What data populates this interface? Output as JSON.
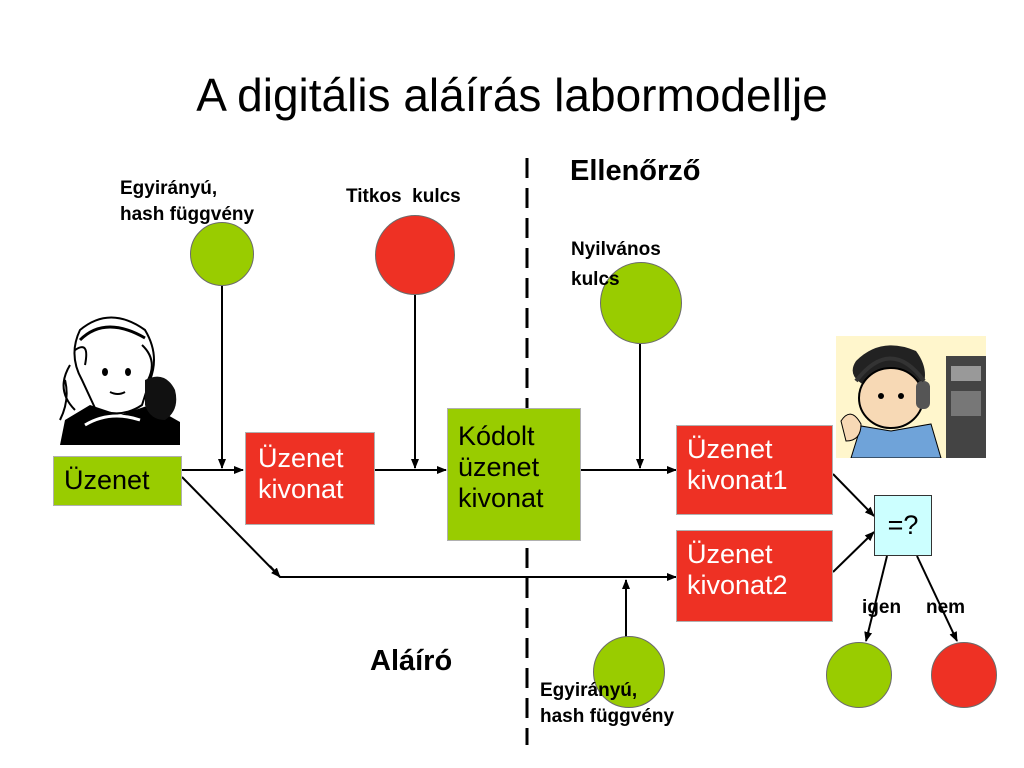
{
  "title": "A digitális aláírás labormodellje",
  "sections": {
    "verifier": "Ellenőrző",
    "signer": "Aláíró"
  },
  "labels": {
    "hash_top": "Egyirányú,\nhash függvény",
    "secret_key": "Titkos  kulcs",
    "public_key": "Nyilvános\nkulcs",
    "hash_bottom": "Egyirányú,\nhash függvény",
    "yes": "igen",
    "no": "nem"
  },
  "boxes": {
    "message": "Üzenet",
    "digest": "Üzenet\nkivonat",
    "encoded": "Kódolt\nüzenet\nkivonat",
    "digest1": "Üzenet\nkivonat1",
    "digest2": "Üzenet\nkivonat2",
    "compare": "=?"
  },
  "colors": {
    "green": "#99cc00",
    "red": "#ee3124",
    "cyan": "#ccffff"
  }
}
